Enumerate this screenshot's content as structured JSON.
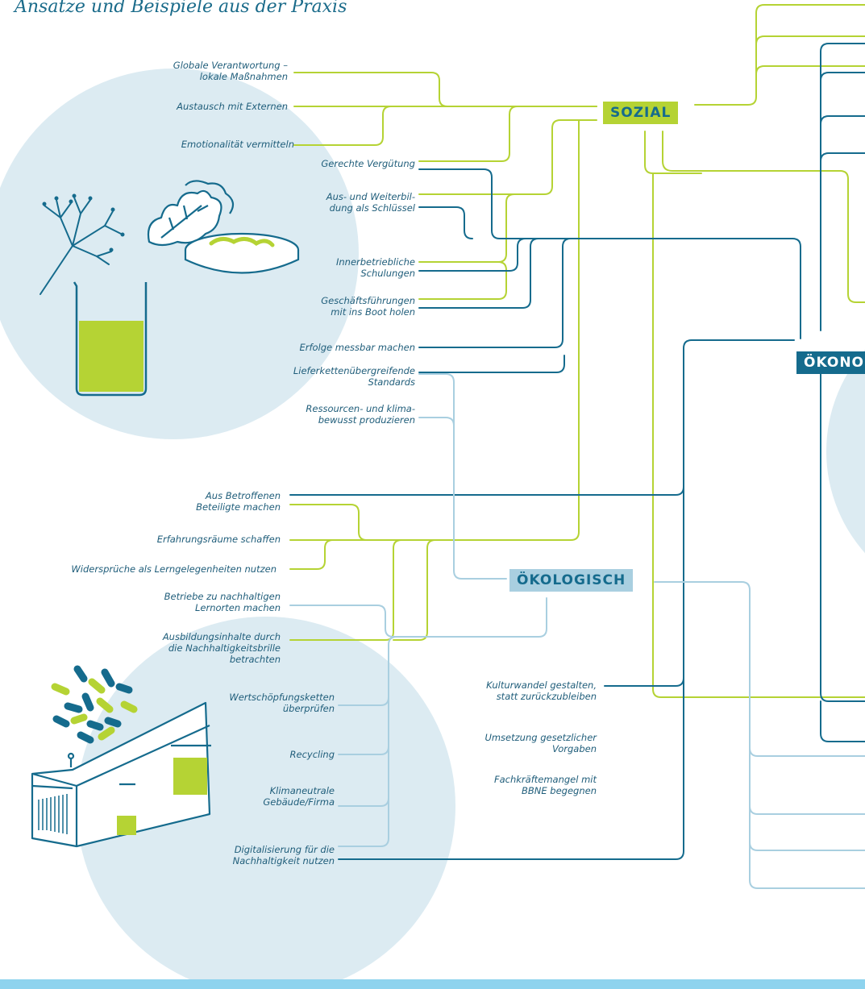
{
  "title": "Ansätze und Beispiele aus der Praxis",
  "colors": {
    "lime": "#b5d334",
    "teal": "#156b8d",
    "lightblue": "#a9cfe0",
    "circle": "#dcebf2",
    "band": "#8ed3ee",
    "text": "#1f5d7a"
  },
  "categories": {
    "sozial": "SOZIAL",
    "oekologisch": "ÖKOLOGISCH",
    "oekonomisch": "ÖKONO"
  },
  "labels": [
    "Globale Verantwortung –\nlokale Maßnahmen",
    "Austausch mit Externen",
    "Emotionalität vermitteln",
    "Gerechte Vergütung",
    "Aus- und Weiterbil-\ndung als Schlüssel",
    "Innerbetriebliche\nSchulungen",
    "Geschäftsführungen\nmit ins Boot holen",
    "Erfolge messbar machen",
    "Lieferkettenübergreifende\nStandards",
    "Ressourcen- und klima-\nbewusst produzieren",
    "Aus Betroffenen\nBeteiligte machen",
    "Erfahrungsräume schaffen",
    "Widersprüche als Lerngelegenheiten nutzen",
    "Betriebe zu nachhaltigen\nLernorten machen",
    "Ausbildungsinhalte durch\ndie Nachhaltigkeitsbrille\nbetrachten",
    "Wertschöpfungsketten\nüberprüfen",
    "Recycling",
    "Klimaneutrale\nGebäude/Firma",
    "Digitalisierung für die\nNachhaltigkeit nutzen",
    "Kulturwandel gestalten,\nstatt zurückzubleiben",
    "Umsetzung gesetzlicher\nVorgaben",
    "Fachkräftemangel mit\nBBNE begegnen"
  ],
  "icons": [
    "dill-plant-icon",
    "leaf-sprout-icon",
    "petri-dish-icon",
    "beaker-icon",
    "pills-icon",
    "factory-building-icon"
  ]
}
